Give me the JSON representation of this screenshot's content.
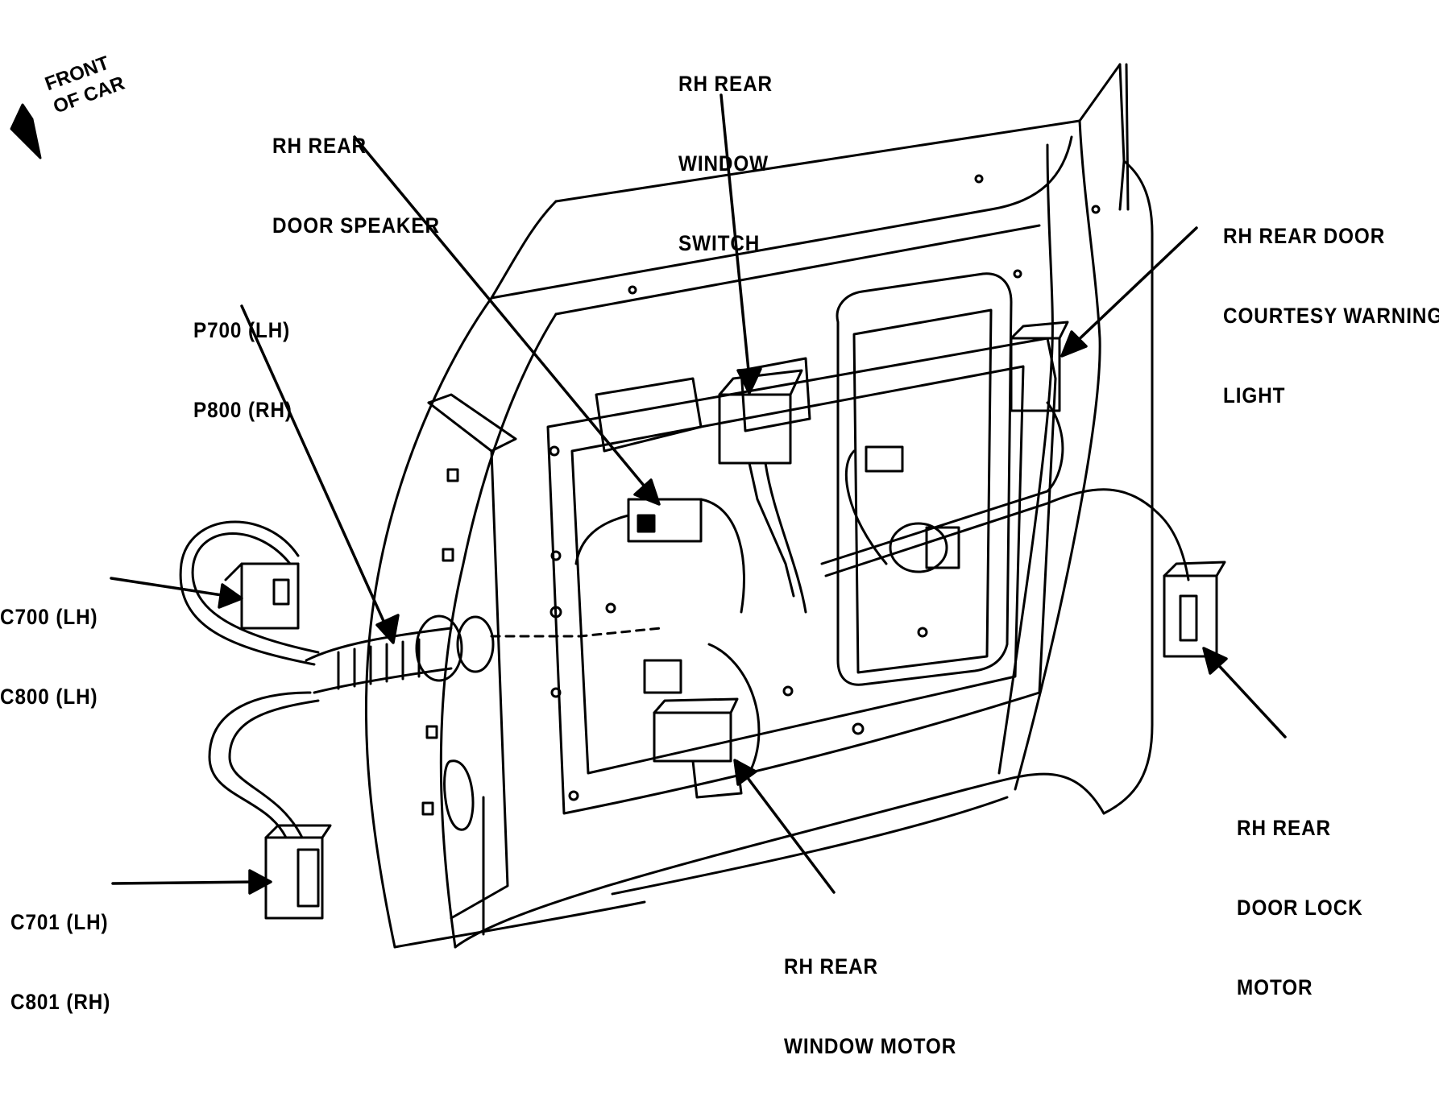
{
  "orientation": {
    "line1": "FRONT",
    "line2": "OF CAR"
  },
  "labels": {
    "window_switch": [
      "RH REAR",
      "WINDOW",
      "SWITCH"
    ],
    "door_speaker": [
      "RH REAR",
      "DOOR SPEAKER"
    ],
    "courtesy_light": [
      "RH REAR DOOR",
      "COURTESY WARNING",
      "LIGHT"
    ],
    "p_connector": [
      "P700 (LH)",
      "P800 (RH)"
    ],
    "c700_connector": [
      "C700 (LH)",
      "C800 (LH)"
    ],
    "c701_connector": [
      "C701 (LH)",
      "C801 (RH)"
    ],
    "door_lock_motor": [
      "RH REAR",
      "DOOR LOCK",
      "MOTOR"
    ],
    "window_motor": [
      "RH REAR",
      "WINDOW MOTOR"
    ]
  }
}
